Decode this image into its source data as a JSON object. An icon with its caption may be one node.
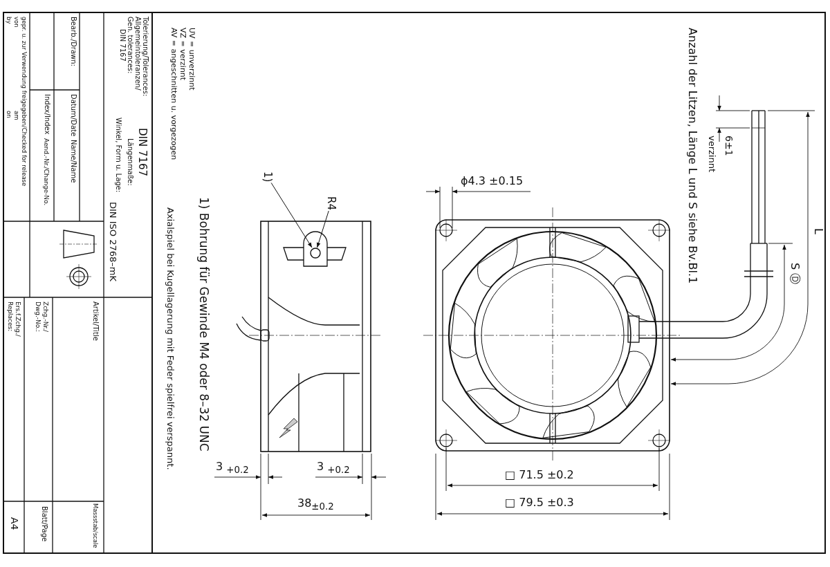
{
  "diagram": {
    "nodes": [
      {
        "text": [
          "1)"
        ]
      },
      {
        "text": [
          "R4"
        ]
      },
      {
        "text": [],
        "shape": "circle"
      }
    ],
    "edges": [
      {
        "from": 0,
        "to": 2,
        "arrow": "to"
      },
      {
        "from": 1,
        "to": 2,
        "arrow": "to"
      }
    ],
    "labels": [
      "Tolerierung/Tolerances:",
      "Allgemeintoleranzen/",
      "Gen. tolerances:",
      "DIN 7167",
      "DIN 7167",
      "Längenmaße:",
      "Winkel, Form u. Lage:",
      "DIN ISO 2768–mK",
      "Bearb./Drawn:",
      "Datum/Date",
      "Name/Name",
      "Index/Index",
      "Aend.-Nr./Change-No.",
      "gepr. u. zur Verwendung freigegeben/Checked for release",
      "von",
      "by",
      "am",
      "on",
      "Artikel/Title",
      "Zchg.-Nr./ Dwg.-No.:",
      "Ers.f.Zchg./ Replaces:",
      "Massstab/scale",
      "Blatt/Page",
      "A4",
      "UV = unverzinnt",
      "VZ = verzinnt",
      "AV = angeschnitten u. vorgezogen",
      "1) Bohrung für Gewinde M4 oder 8–32 UNC",
      "Axialspiel bei Kugellagerung mit Feder spielfrei verspannt.",
      "ϕ4.3 ±0.15",
      "6±1",
      "verzinnt",
      "L",
      "S Ⓓ",
      "3 $_{+0.2}$",
      "3 $_{+0.2}$",
      "38$_{±0.2}$",
      "□ 71.5 ±0.2",
      "□ 79.5 ±0.3",
      "Anzahl der Litzen, Länge L und S siehe Bv.Bl.1"
    ]
  }
}
